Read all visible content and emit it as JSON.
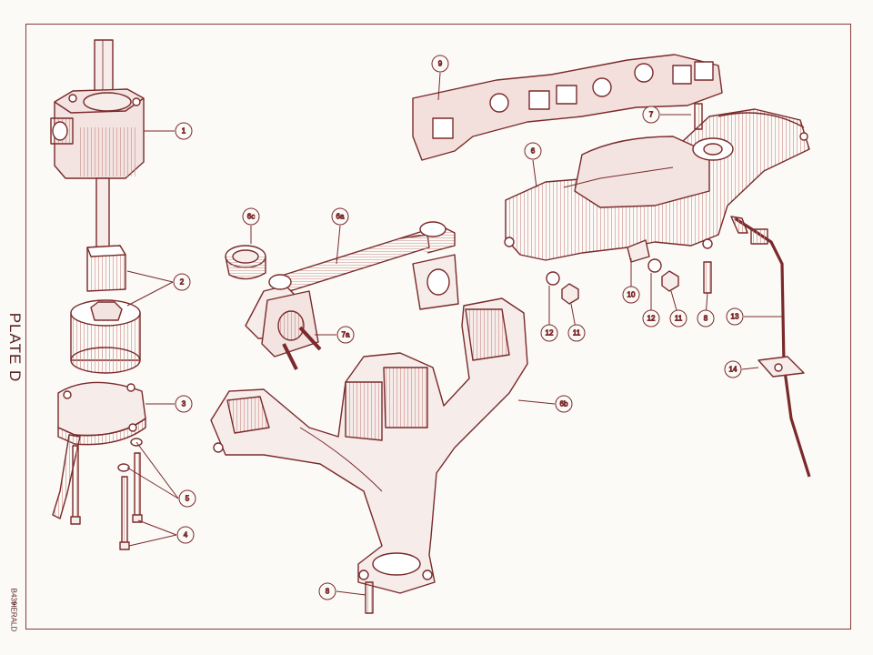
{
  "plate": {
    "title": "PLATE  D",
    "code": "B439",
    "model": "HERALD"
  },
  "callouts": [
    {
      "id": "c1",
      "label": "1"
    },
    {
      "id": "c2",
      "label": "2"
    },
    {
      "id": "c3",
      "label": "3"
    },
    {
      "id": "c4",
      "label": "4"
    },
    {
      "id": "c5",
      "label": "5"
    },
    {
      "id": "c6",
      "label": "6"
    },
    {
      "id": "c6a",
      "label": "6a"
    },
    {
      "id": "c6b",
      "label": "6b"
    },
    {
      "id": "c6c",
      "label": "6c"
    },
    {
      "id": "c7",
      "label": "7"
    },
    {
      "id": "c7a",
      "label": "7a"
    },
    {
      "id": "c8a",
      "label": "8"
    },
    {
      "id": "c8b",
      "label": "8"
    },
    {
      "id": "c9",
      "label": "9"
    },
    {
      "id": "c10",
      "label": "10"
    },
    {
      "id": "c11a",
      "label": "11"
    },
    {
      "id": "c11b",
      "label": "11"
    },
    {
      "id": "c12a",
      "label": "12"
    },
    {
      "id": "c12b",
      "label": "12"
    },
    {
      "id": "c13",
      "label": "13"
    },
    {
      "id": "c14",
      "label": "14"
    }
  ],
  "colors": {
    "ink": "#7a2a2a",
    "fill": "#f3e6e4",
    "shade": "#c98a86",
    "paper": "#fbfaf7"
  }
}
